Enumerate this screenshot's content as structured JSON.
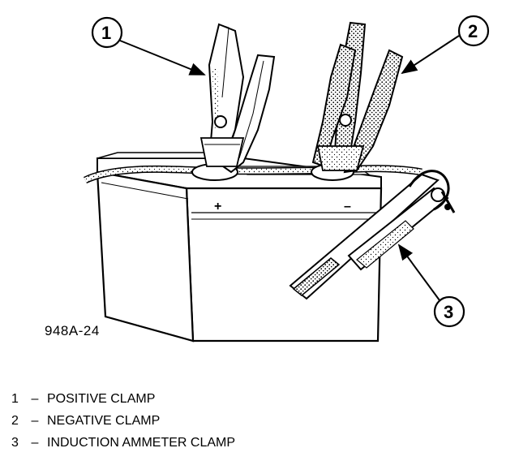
{
  "figure_code": "948A-24",
  "battery": {
    "positive_symbol": "+",
    "negative_symbol": "–"
  },
  "callouts": [
    {
      "number": "1"
    },
    {
      "number": "2"
    },
    {
      "number": "3"
    }
  ],
  "legend": [
    {
      "number": "1",
      "dash": "–",
      "label": "POSITIVE CLAMP"
    },
    {
      "number": "2",
      "dash": "–",
      "label": "NEGATIVE CLAMP"
    },
    {
      "number": "3",
      "dash": "–",
      "label": "INDUCTION AMMETER CLAMP"
    }
  ]
}
